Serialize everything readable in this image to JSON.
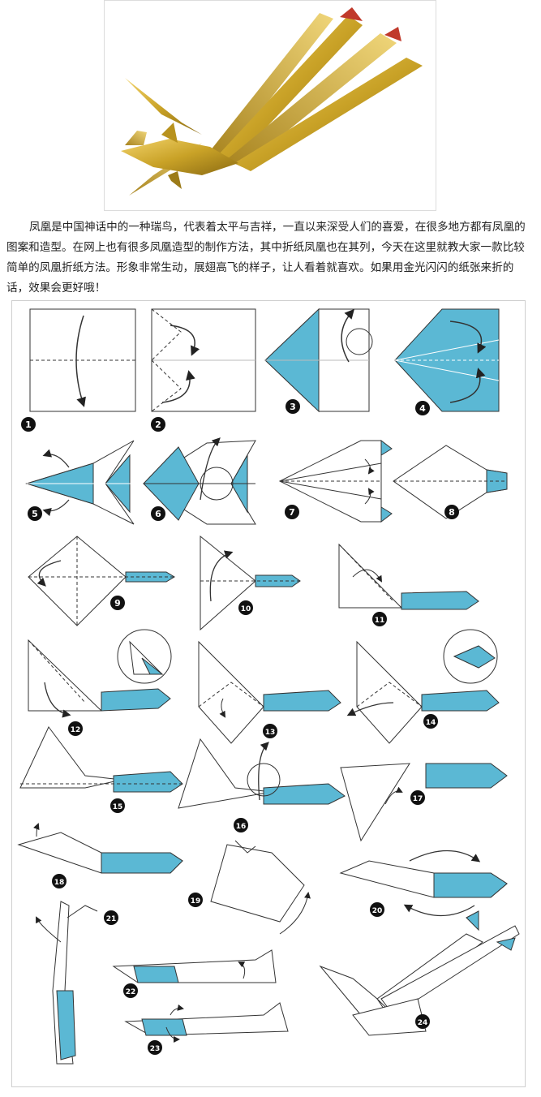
{
  "article": {
    "intro_text": "凤凰是中国神话中的一种瑞鸟，代表着太平与吉祥，一直以来深受人们的喜爱，在很多地方都有凤凰的图案和造型。在网上也有很多凤凰造型的制作方法，其中折纸凤凰也在其列，今天在这里就教大家一款比较简单的凤凰折纸方法。形象非常生动，展翅高飞的样子，让人看着就喜欢。如果用金光闪闪的纸张来折的话，效果会更好哦！"
  },
  "steps": [
    "1",
    "2",
    "3",
    "4",
    "5",
    "6",
    "7",
    "8",
    "9",
    "10",
    "11",
    "12",
    "13",
    "14",
    "15",
    "16",
    "17",
    "18",
    "19",
    "20",
    "21",
    "22",
    "23",
    "24"
  ],
  "colors": {
    "paper_blue": "#5bb8d4",
    "gold": "#c9a227",
    "line": "#333333"
  }
}
